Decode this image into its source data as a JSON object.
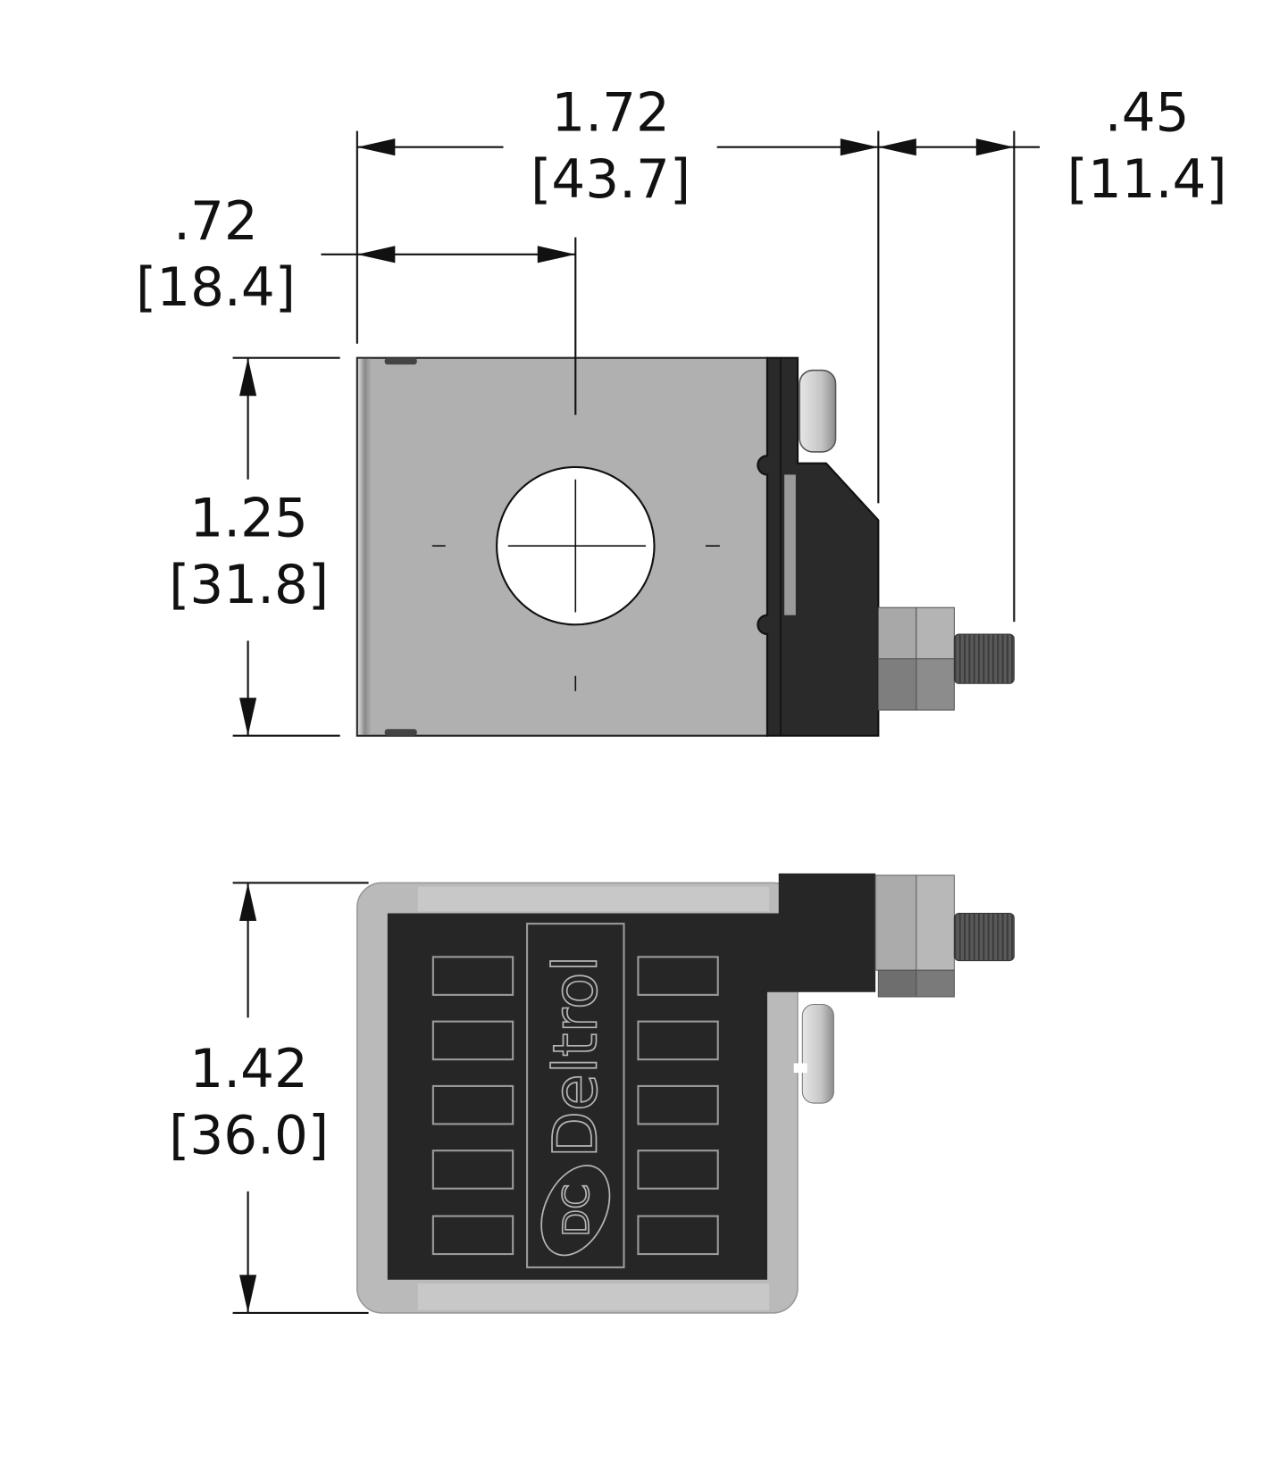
{
  "dimensions": {
    "overall_length": {
      "inch": "1.72",
      "mm": "[43.7]"
    },
    "stud_length": {
      "inch": ".45",
      "mm": "[11.4]"
    },
    "hole_center": {
      "inch": ".72",
      "mm": "[18.4]"
    },
    "side_height": {
      "inch": "1.25",
      "mm": "[31.8]"
    },
    "front_height": {
      "inch": "1.42",
      "mm": "[36.0]"
    }
  },
  "label": {
    "brand": "Deltrol",
    "logo": "DC"
  },
  "colors": {
    "body": "#b0b0b0",
    "dark": "#2a2a2a",
    "frame": "#bababa",
    "line": "#111111"
  }
}
